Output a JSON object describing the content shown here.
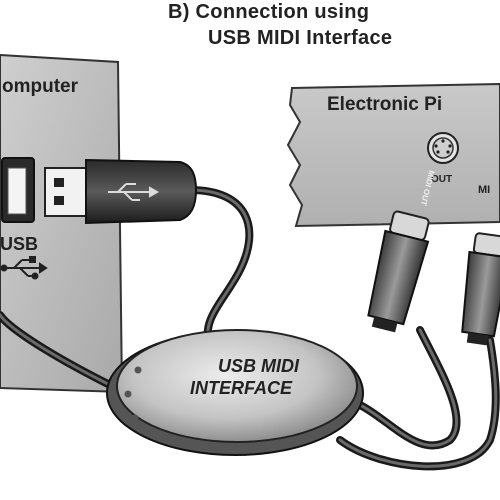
{
  "title": {
    "line1": "B) Connection using",
    "line2": "USB MIDI Interface"
  },
  "computer": {
    "label": "omputer",
    "usb_label": "USB"
  },
  "piano": {
    "label": "Electronic Pi",
    "out_port_label": "OUT",
    "in_port_label": "MI"
  },
  "interface": {
    "line1": "USB MIDI",
    "line2": "INTERFACE"
  },
  "connectors": {
    "midi_plug_label": "MIDI OUT",
    "midi_plug_label_short": "MIDI OUT"
  },
  "icons": {
    "usb_symbol": "usb-symbol-icon",
    "midi_port": "midi-din-port-icon",
    "usb_plug": "usb-plug-icon",
    "midi_plug": "midi-plug-icon"
  }
}
